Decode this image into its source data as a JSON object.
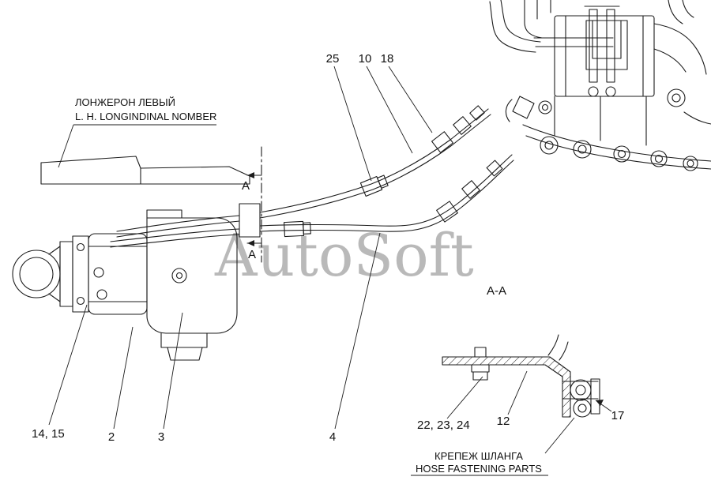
{
  "diagram": {
    "watermark": "AutoSoft",
    "labels": {
      "longeron_ru": "ЛОНЖЕРОН ЛЕВЫЙ",
      "longeron_en": "L. H. LONGINDINAL NOMBER",
      "section_view": "А-А",
      "section_mark_top": "А",
      "section_mark_bottom": "А",
      "fastening_ru": "КРЕПЕЖ ШЛАНГА",
      "fastening_en": "HOSE FASTENING PARTS"
    },
    "callouts": {
      "n25": "25",
      "n10": "10",
      "n18": "18",
      "n14_15": "14, 15",
      "n2": "2",
      "n3": "3",
      "n4": "4",
      "n22_23_24": "22, 23, 24",
      "n12": "12",
      "n17": "17"
    },
    "colors": {
      "line": "#1c1c1c",
      "watermark": "#8c8c8c",
      "background": "#ffffff"
    }
  }
}
